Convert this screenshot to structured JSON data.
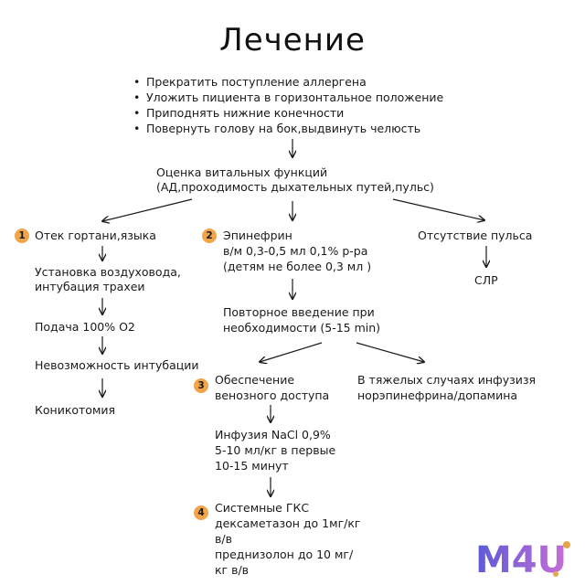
{
  "title": "Лечение",
  "steps": [
    "Прекратить поступление аллергена",
    "Уложить пициента в горизонтальное положение",
    "Приподнять нижние конечности",
    "Повернуть голову на бок,выдвинуть челюсть"
  ],
  "assessment": [
    "Оценка витальных функций",
    "(АД,проходимость дыхательных путей,пульс)"
  ],
  "left_branch": {
    "badge": "1",
    "title": "Отек гортани,языка",
    "step1": [
      "Установка воздуховода,",
      "интубация трахеи"
    ],
    "step2": "Подача 100% O2",
    "step3": "Невозможность интубации",
    "step4": "Коникотомия"
  },
  "middle_branch": {
    "badge": "2",
    "epinephrine": [
      "Эпинефрин",
      "в/м 0,3-0,5 мл 0,1% р-ра",
      "(детям не более 0,3 мл )"
    ],
    "repeat": [
      "Повторное введение при",
      "необходимости (5-15 min)"
    ]
  },
  "right_branch": {
    "title": "Отсутствие пульса",
    "action": "СЛР"
  },
  "venous": {
    "badge": "3",
    "lines": [
      "Обеспечение",
      "венозного доступа"
    ]
  },
  "severe": [
    "В тяжелых случаях инфузизя",
    "норэпинефрина/допамина"
  ],
  "infusion": [
    "Инфузия NaCl 0,9%",
    "5-10 мл/кг в первые",
    "10-15 минут"
  ],
  "gks": {
    "badge": "4",
    "lines": [
      "Системные ГКС",
      "дексаметазон до 1мг/кг",
      "в/в",
      "преднизолон до 10 мг/",
      "кг в/в"
    ]
  },
  "logo": "M4U",
  "colors": {
    "badge": "#f2a44a",
    "logo_start": "#5b5bd6",
    "logo_end": "#c86dd7"
  }
}
